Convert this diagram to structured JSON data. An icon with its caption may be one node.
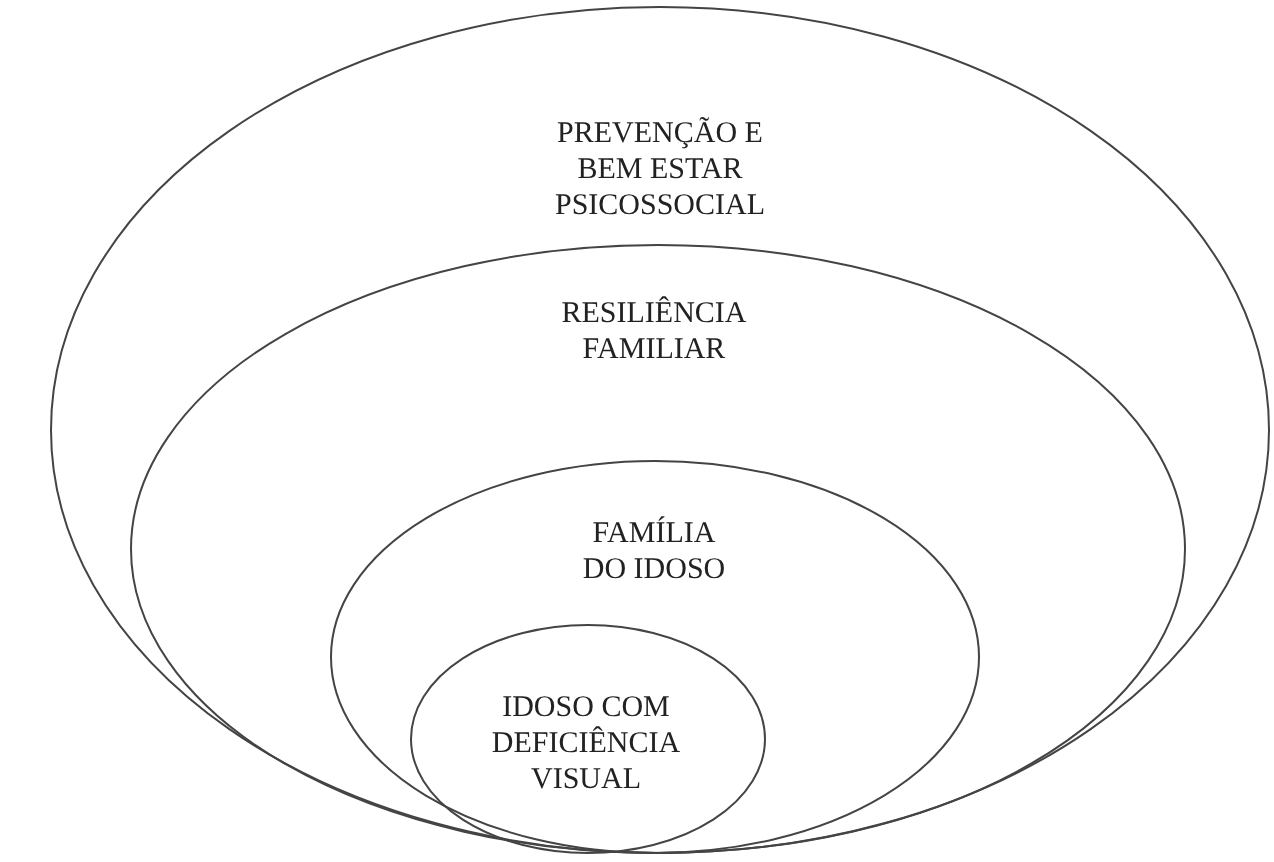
{
  "diagram": {
    "nodes": [
      {
        "text": [
          "PREVENÇÃO E BEM ESTAR PSICOSSOCIAL"
        ]
      },
      {
        "text": [
          "RESILIÊNCIA FAMILIAR"
        ],
        "in": 0
      },
      {
        "text": [
          "FAMÍLIA DO IDOSO"
        ],
        "in": 1
      },
      {
        "text": [
          "IDOSO COM DEFICIÊNCIA VISUAL"
        ],
        "in": 2
      }
    ]
  }
}
